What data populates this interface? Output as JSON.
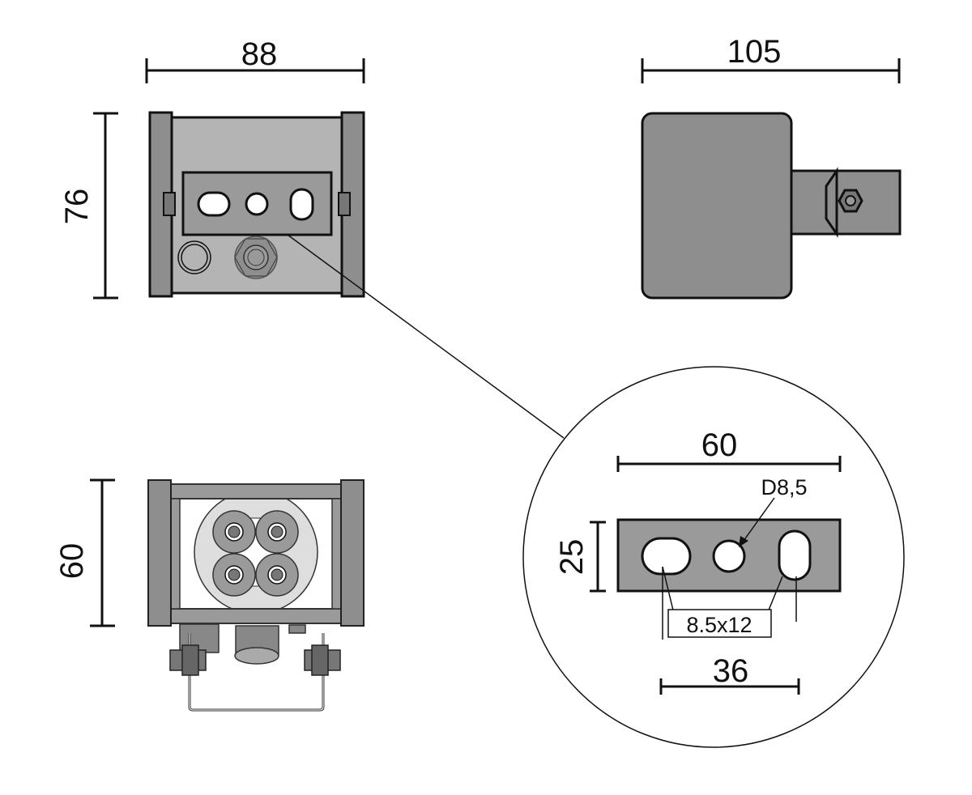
{
  "front_view": {
    "width_label": "88",
    "height_label": "76"
  },
  "side_view": {
    "width_label": "105"
  },
  "bottom_view": {
    "height_label": "60"
  },
  "detail": {
    "plate_width_label": "60",
    "plate_height_label": "25",
    "hole_label": "D8,5",
    "slot_label": "8.5x12",
    "slot_spacing_label": "36"
  },
  "colors": {
    "dark_gray": "#8e8e8e",
    "mid_gray": "#9a9a9a",
    "light_gray": "#b4b4b4",
    "lens_bg": "#dedede"
  }
}
